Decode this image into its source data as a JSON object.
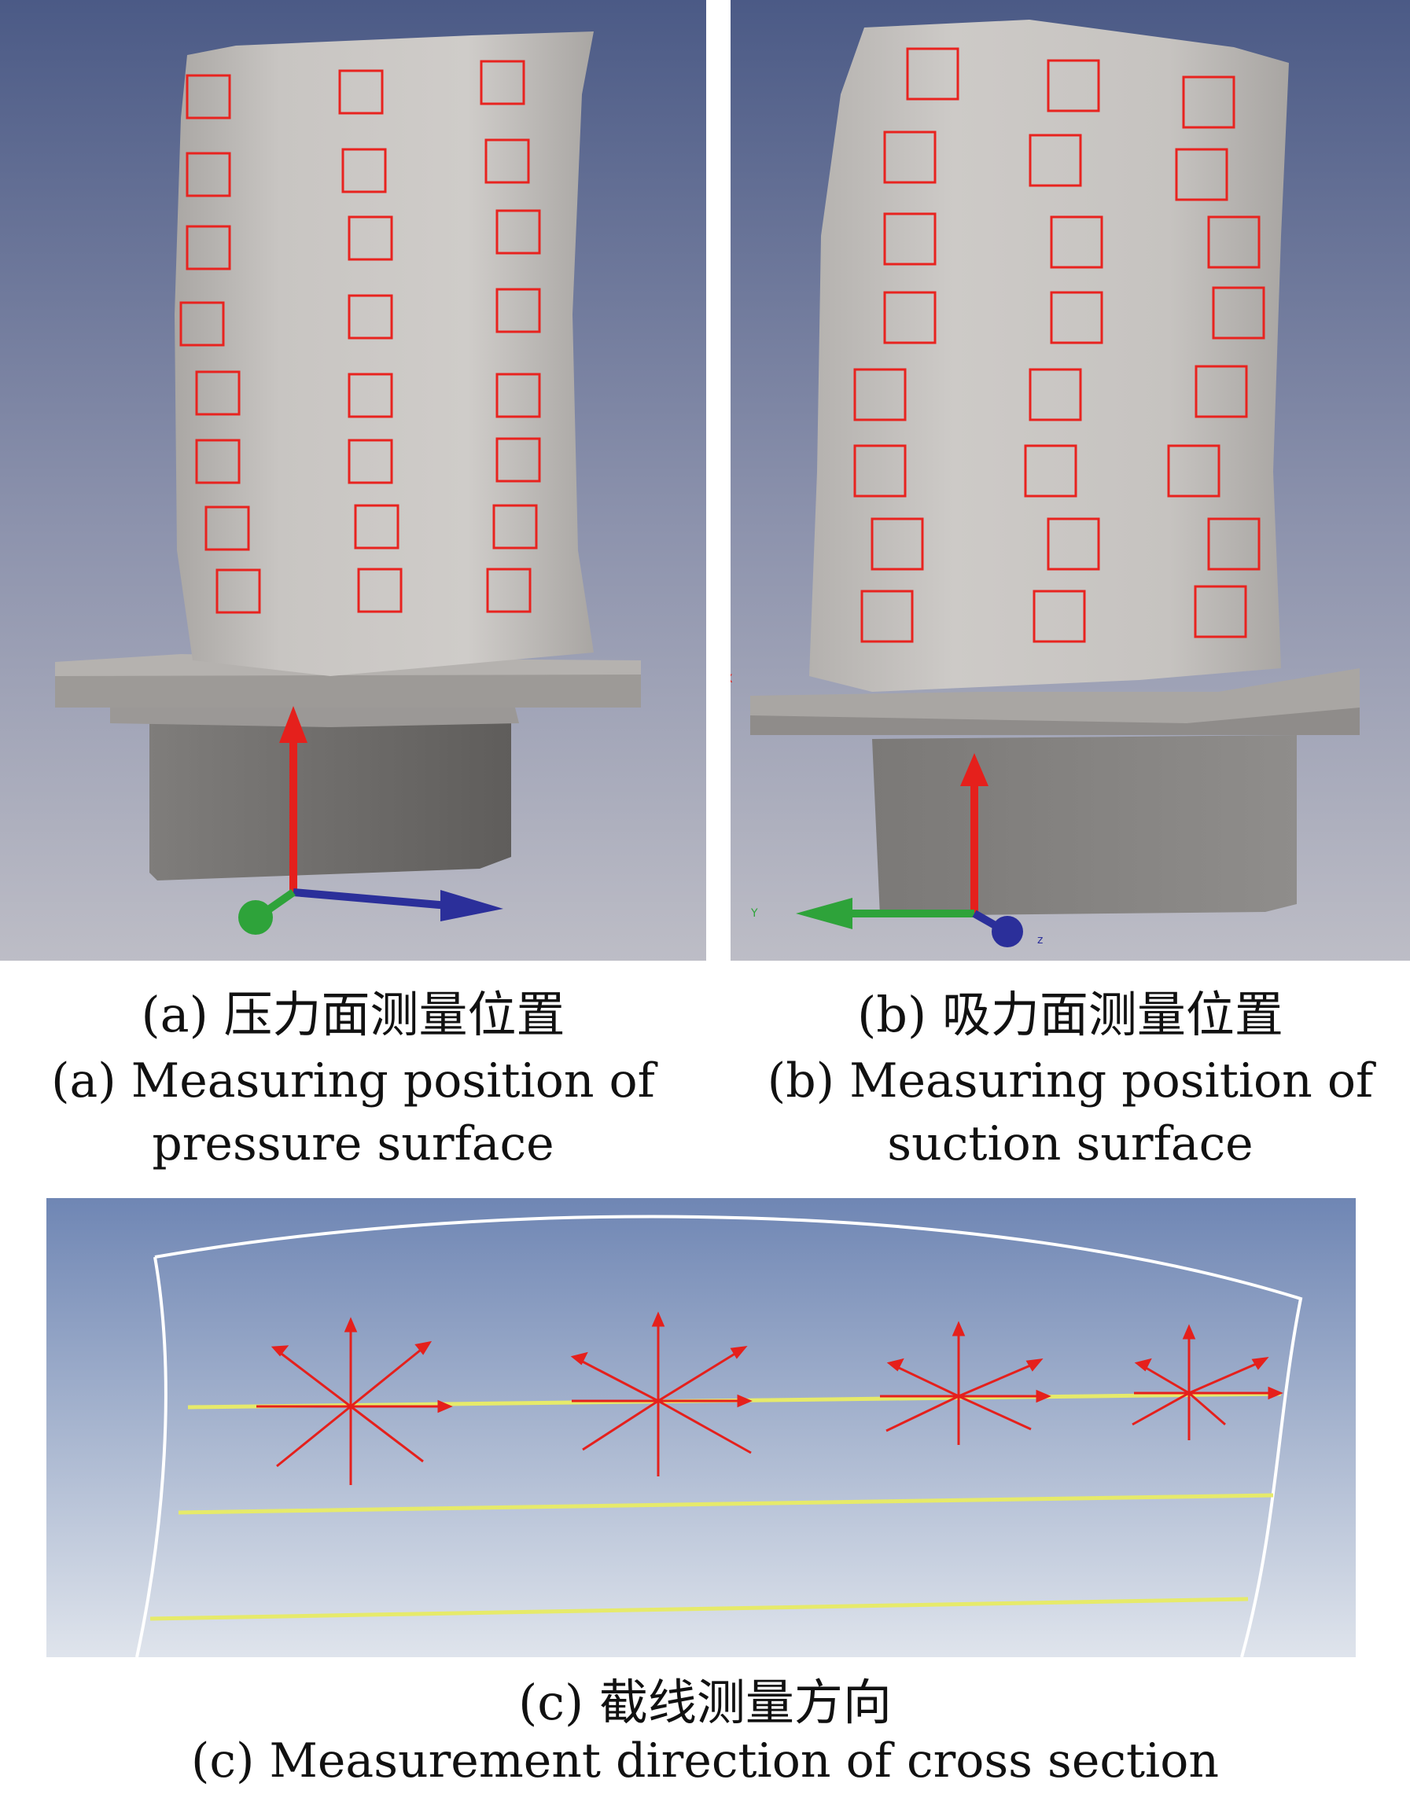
{
  "figure": {
    "panel_a": {
      "caption_cn": "(a) 压力面测量位置",
      "caption_en_line1": "(a) Measuring position of",
      "caption_en_line2": "pressure surface"
    },
    "panel_b": {
      "caption_cn": "(b) 吸力面测量位置",
      "caption_en_line1": "(b) Measuring position of",
      "caption_en_line2": "suction surface",
      "axis_labels": {
        "y": "Y",
        "z": "z",
        "x": "X"
      }
    },
    "panel_c": {
      "caption_cn": "(c) 截线测量方向",
      "caption_en": "(c) Measurement direction of cross section"
    }
  },
  "colors": {
    "background_top": "#4a5a88",
    "background_bottom": "#b9b9c4",
    "blade": "#c9c6c3",
    "measure_box": "#e8231f",
    "axis_red": "#e5201c",
    "axis_green": "#2ea33a",
    "axis_blue": "#2b2f9a",
    "section_line": "#e6ea6a",
    "section_outline": "#ffffff"
  }
}
